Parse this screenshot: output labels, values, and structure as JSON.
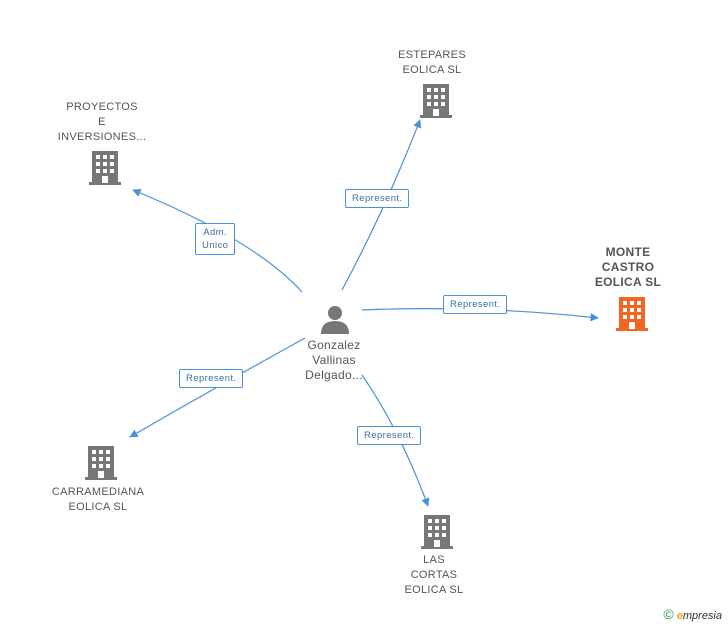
{
  "center": {
    "name_lines": [
      "Gonzalez",
      "Vallinas",
      "Delgado..."
    ],
    "icon": "person-icon"
  },
  "nodes": [
    {
      "id": "estepares",
      "lines": [
        "ESTEPARES",
        "EOLICA SL"
      ],
      "icon": "building-icon",
      "color": "#777777",
      "highlight": false
    },
    {
      "id": "proyectos",
      "lines": [
        "PROYECTOS",
        "E",
        "INVERSIONES..."
      ],
      "icon": "building-icon",
      "color": "#777777",
      "highlight": false
    },
    {
      "id": "monte-castro",
      "lines": [
        "MONTE",
        "CASTRO",
        "EOLICA SL"
      ],
      "icon": "building-icon",
      "color": "#f26522",
      "highlight": true
    },
    {
      "id": "carramediana",
      "lines": [
        "CARRAMEDIANA",
        "EOLICA SL"
      ],
      "icon": "building-icon",
      "color": "#777777",
      "highlight": false
    },
    {
      "id": "las-cortas",
      "lines": [
        "LAS",
        "CORTAS",
        "EOLICA SL"
      ],
      "icon": "building-icon",
      "color": "#777777",
      "highlight": false
    }
  ],
  "edges": [
    {
      "to": "estepares",
      "label_lines": [
        "Represent."
      ]
    },
    {
      "to": "proyectos",
      "label_lines": [
        "Adm.",
        "Unico"
      ]
    },
    {
      "to": "monte-castro",
      "label_lines": [
        "Represent."
      ]
    },
    {
      "to": "carramediana",
      "label_lines": [
        "Represent."
      ]
    },
    {
      "to": "las-cortas",
      "label_lines": [
        "Represent."
      ]
    }
  ],
  "colors": {
    "edge": "#4a90d9",
    "building": "#777777",
    "highlight": "#f26522",
    "person": "#777777"
  },
  "footer": {
    "copyright": "©",
    "brand_first": "e",
    "brand_rest": "mpresia"
  }
}
